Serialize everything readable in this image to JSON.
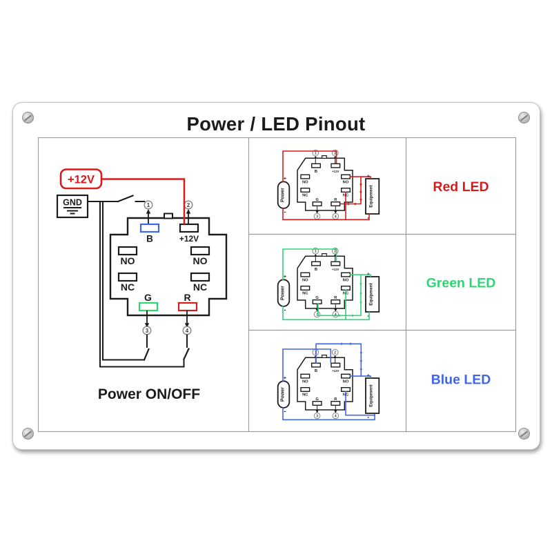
{
  "title": "Power / LED Pinout",
  "palette": {
    "red": "#d41c1c",
    "green": "#2ed573",
    "blue": "#4066e8",
    "line": "#1b1b1b",
    "grid": "#9c9c9c"
  },
  "main_diagram": {
    "supply_label": "+12V",
    "ground_label": "GND",
    "caption": "Power ON/OFF",
    "pins": [
      "1",
      "2",
      "3",
      "4"
    ],
    "terminals": {
      "top_left": "B",
      "top_right": "+12V",
      "left_upper": "NO",
      "left_lower": "NC",
      "right_upper": "NO",
      "right_lower": "NC",
      "bottom_left": "G",
      "bottom_right": "R"
    }
  },
  "mini_diagram": {
    "power_label": "Power",
    "equipment_label": "Equipment",
    "plus_label": "+",
    "minus_label": "-",
    "pins": [
      "1",
      "2",
      "3",
      "4"
    ],
    "terminals": {
      "top_left": "B",
      "top_right": "+12V",
      "left_upper": "NO",
      "left_lower": "NC",
      "right_upper": "NO",
      "right_lower": "NC",
      "bottom_left": "G",
      "bottom_right": "R"
    }
  },
  "led_panels": [
    {
      "label": "Red LED",
      "color": "#d41c1c",
      "wired_led_terminal": "R"
    },
    {
      "label": "Green LED",
      "color": "#2ed573",
      "wired_led_terminal": "G"
    },
    {
      "label": "Blue LED",
      "color": "#4066e8",
      "wired_led_terminal": "B"
    }
  ]
}
